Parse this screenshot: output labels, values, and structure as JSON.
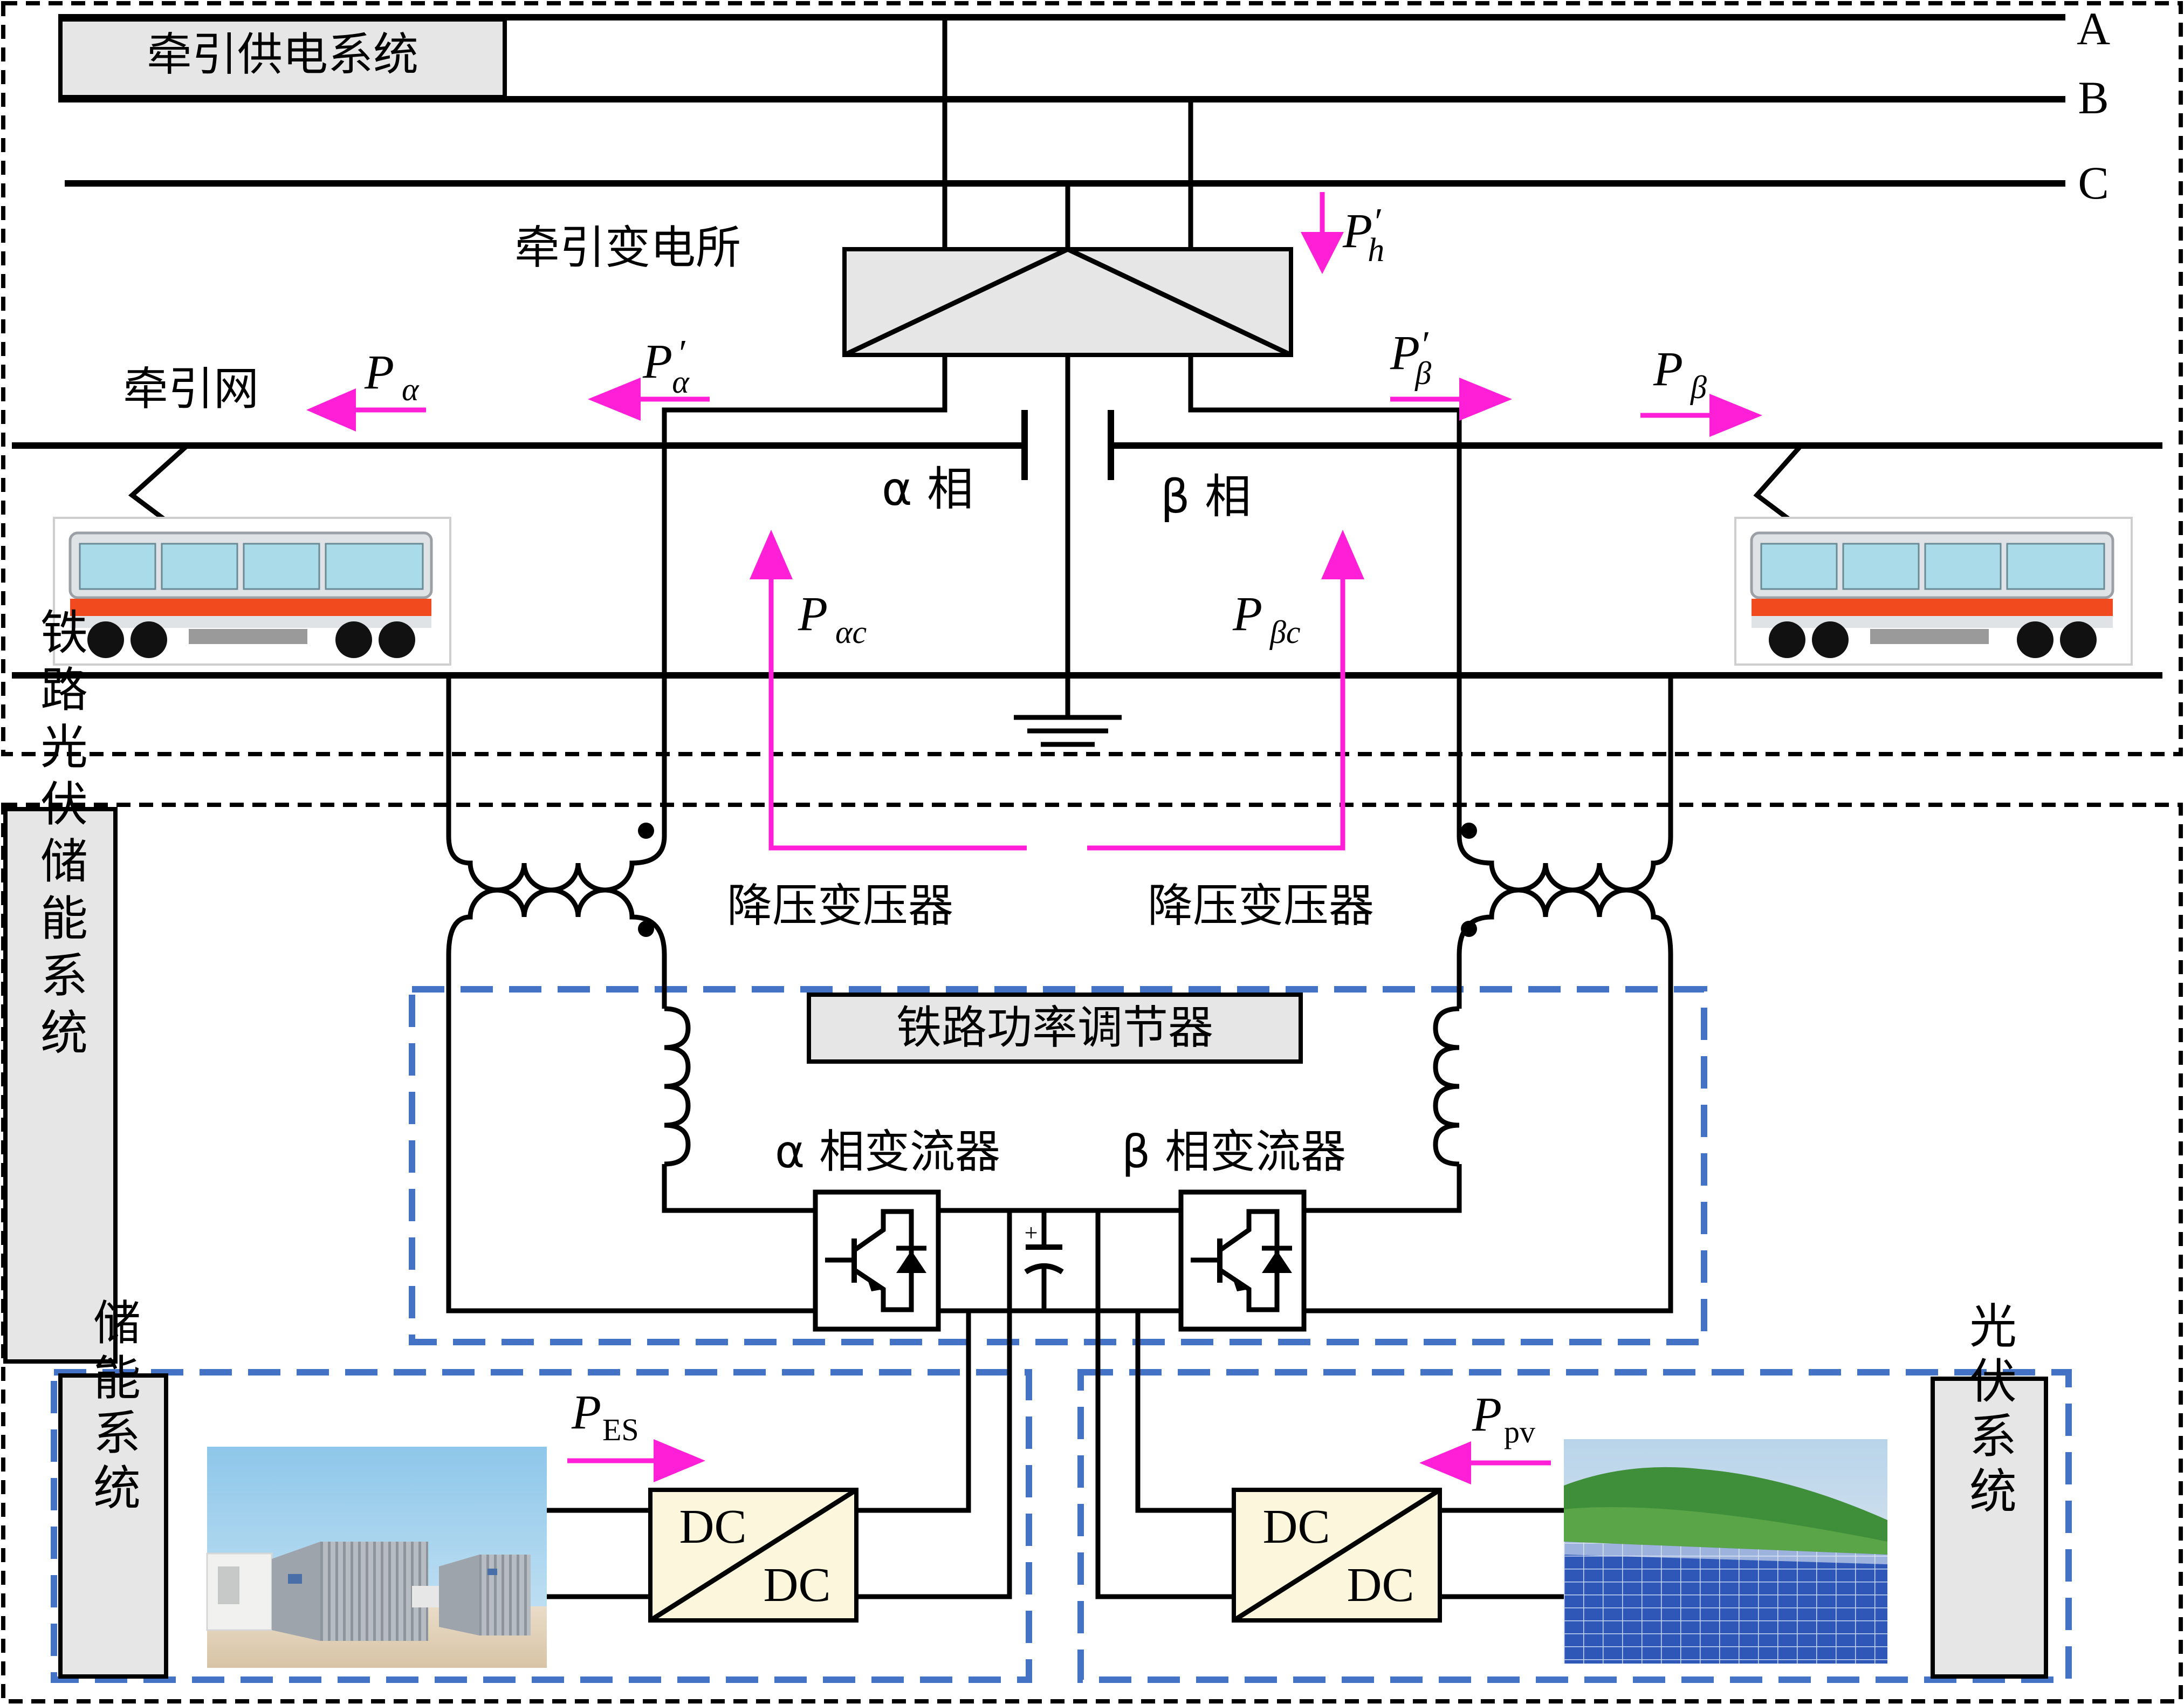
{
  "labels": {
    "traction_supply_system": "牵引供电系统",
    "traction_substation": "牵引变电所",
    "traction_network": "牵引网",
    "alpha_phase": "α 相",
    "beta_phase": "β 相",
    "stepdown_left": "降压变压器",
    "stepdown_right": "降压变压器",
    "rail_pv_storage_system": "铁路光伏储能系统",
    "rail_power_conditioner": "铁路功率调节器",
    "alpha_converter": "α 相变流器",
    "beta_converter": "β 相变流器",
    "energy_storage_system": "储能系统",
    "pv_system": "光伏系统"
  },
  "phases": {
    "a": "A",
    "b": "B",
    "c": "C"
  },
  "power": {
    "p_h_main": "P",
    "p_h_sub": "h",
    "p_h_prime": "′",
    "p_alpha_main": "P",
    "p_alpha_sub": "α",
    "p_alpha_prime_main": "P",
    "p_alpha_prime_sub": "α",
    "p_alpha_prime_prime": "′",
    "p_beta_prime_main": "P",
    "p_beta_prime_sub": "β",
    "p_beta_prime_prime": "′",
    "p_beta_main": "P",
    "p_beta_sub": "β",
    "p_alpha_c_main": "P",
    "p_alpha_c_sub": "αc",
    "p_beta_c_main": "P",
    "p_beta_c_sub": "βc",
    "p_es_main": "P",
    "p_es_sub": "ES",
    "p_pv_main": "P",
    "p_pv_sub": "pv"
  },
  "dcdc": {
    "left_top": "DC",
    "left_bottom": "DC",
    "right_top": "DC",
    "right_bottom": "DC"
  },
  "colors": {
    "power_flow": "#ff1fd6",
    "dashed_blue": "#4472c4",
    "train_red": "#f04a1e",
    "train_window": "#a9dbe9",
    "dcdc_fill": "#fbf6dc"
  },
  "icons": [
    "train-icon",
    "igbt-icon",
    "capacitor-icon",
    "ground-icon",
    "battery-container-icon",
    "solar-field-icon"
  ]
}
